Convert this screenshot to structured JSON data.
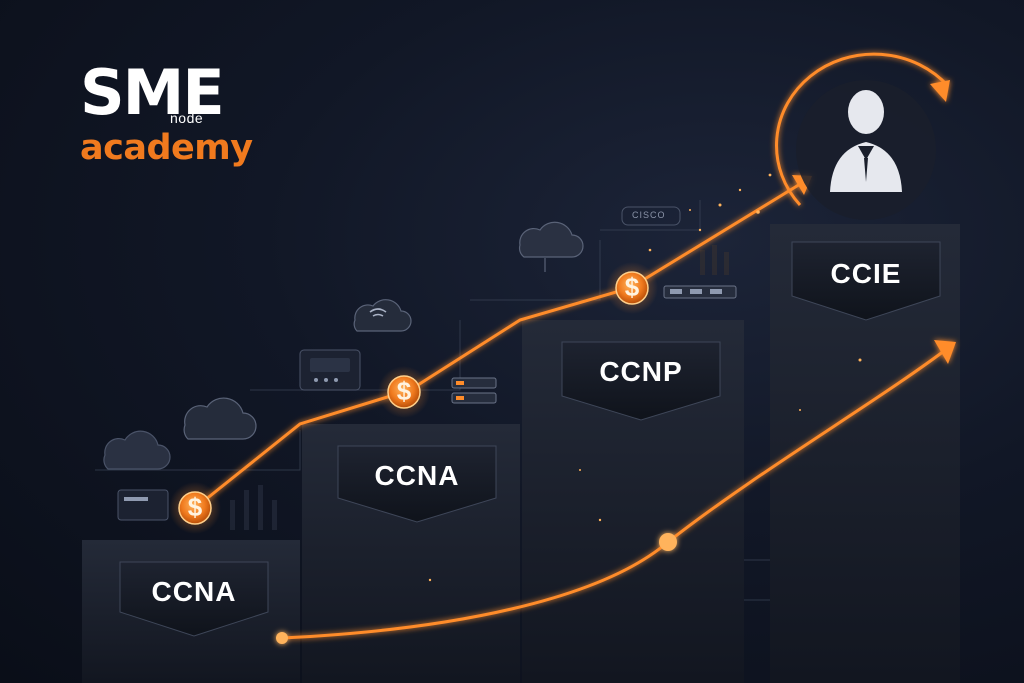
{
  "logo": {
    "top": "SME",
    "sub": "node",
    "bottom": "academy"
  },
  "steps": [
    {
      "label": "CCNA"
    },
    {
      "label": "CCNA"
    },
    {
      "label": "CCNP"
    },
    {
      "label": "CCIE"
    }
  ],
  "coins": [
    {
      "symbol": "$"
    },
    {
      "symbol": "$"
    },
    {
      "symbol": "$"
    }
  ],
  "brand_tag": "CISCO",
  "icons": [
    "cloud-icon",
    "wifi-icon",
    "router-icon",
    "server-icon",
    "person-icon",
    "arrow-icon",
    "coin-icon"
  ],
  "colors": {
    "accent": "#f07a1e",
    "glow": "#ff8c2a",
    "background": "#0d1220",
    "step": "#1a1f2c",
    "text": "#ffffff"
  }
}
